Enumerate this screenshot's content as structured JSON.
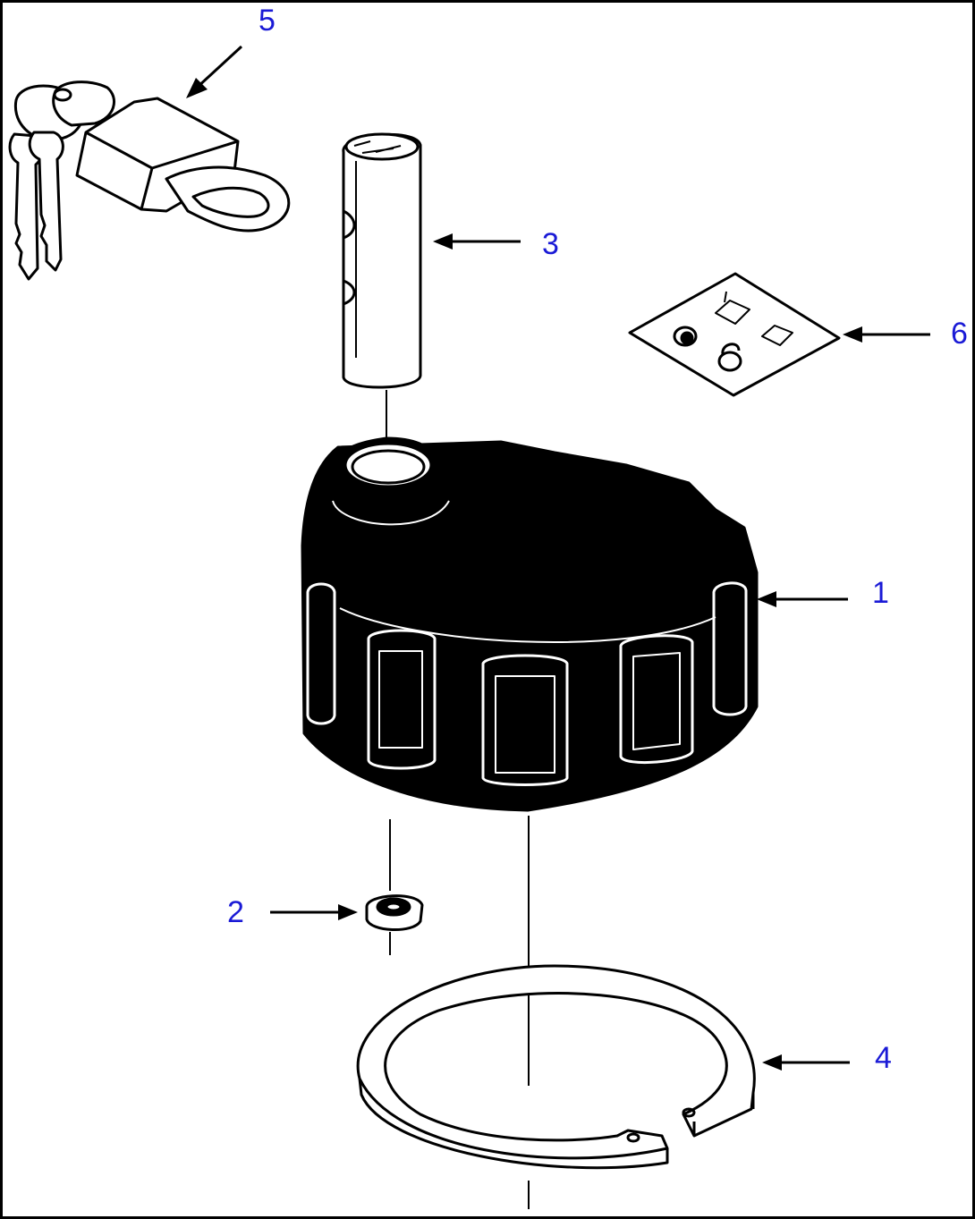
{
  "diagram": {
    "callout_color": "#1a1ad6",
    "line_color": "#000000",
    "background": "#ffffff",
    "callouts": {
      "fuel_cap": "1",
      "washer": "2",
      "lock_pin": "3",
      "snap_ring": "4",
      "padlock": "5",
      "decal": "6"
    }
  }
}
